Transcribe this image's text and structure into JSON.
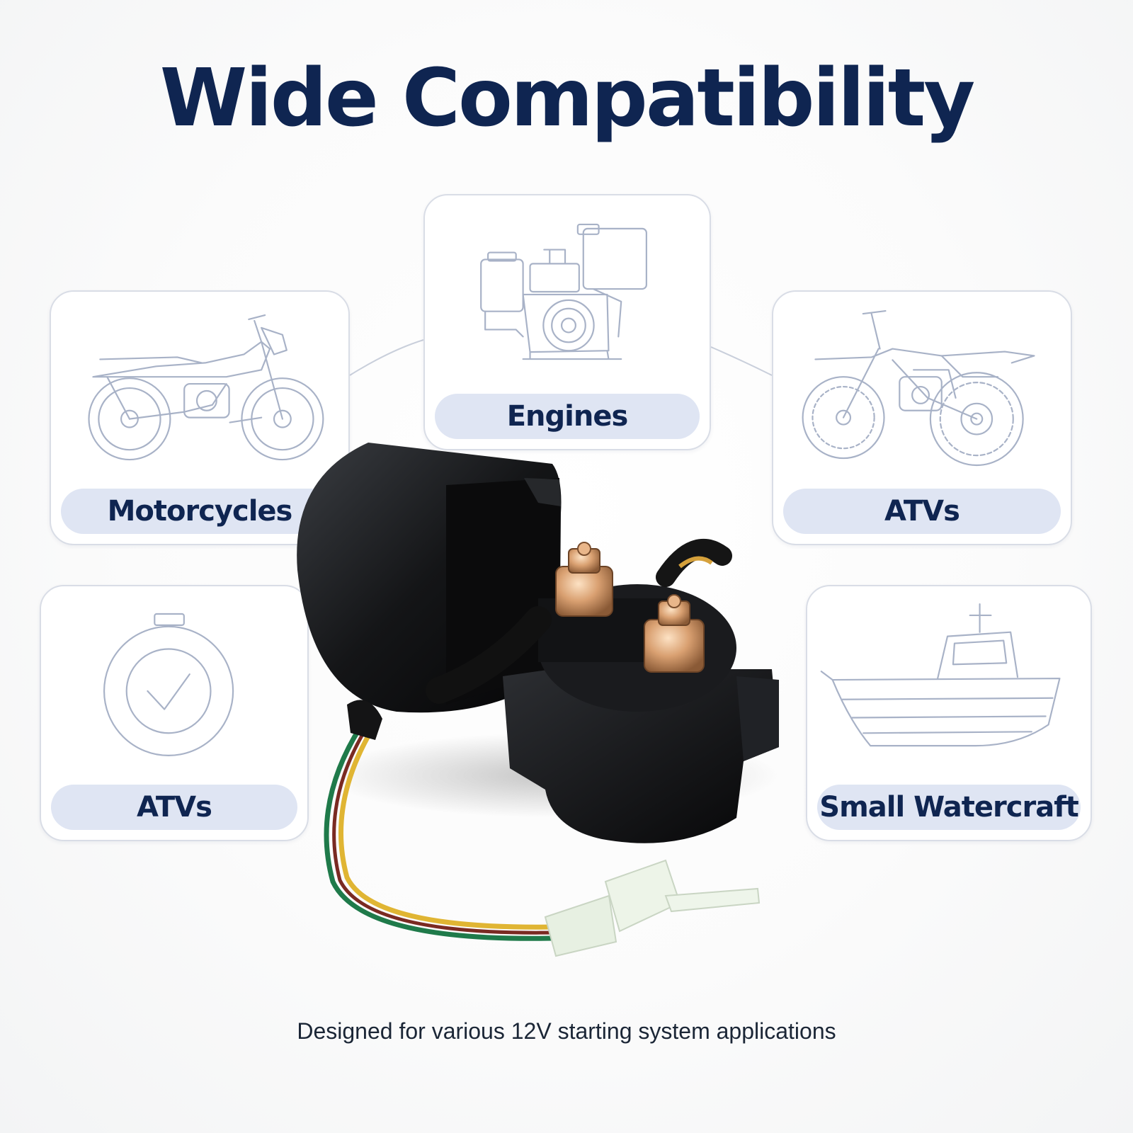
{
  "title": "Wide Compatibility",
  "cards": [
    {
      "label": "Motorcycles",
      "icon": "motorcycle-icon"
    },
    {
      "label": "Engines",
      "icon": "engine-icon"
    },
    {
      "label": "ATVs",
      "icon": "dirt-bike-icon"
    },
    {
      "label": "ATVs",
      "icon": "checkmark-badge-icon"
    },
    {
      "label": "Small Watercraft",
      "icon": "boat-icon"
    }
  ],
  "caption": "Designed for various 12V starting system applications",
  "colors": {
    "title": "#0f2551",
    "label_pill": "#dfe5f3",
    "line_art": "#a8b2c7",
    "card_border": "#d9dde6"
  }
}
